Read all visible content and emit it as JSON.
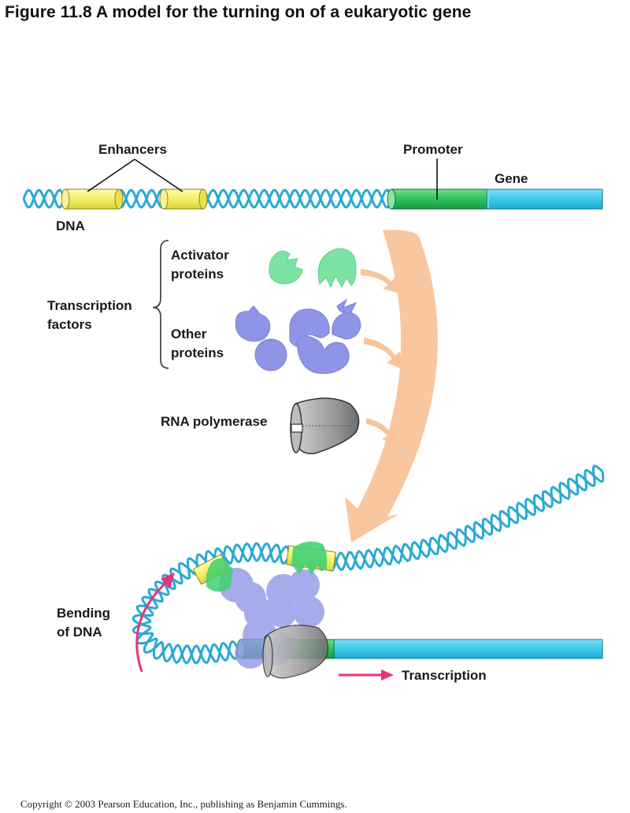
{
  "figure": {
    "title": "Figure 11.8  A model for the turning on of a eukaryotic gene",
    "copyright": "Copyright © 2003 Pearson Education, Inc., publishing as Benjamin Cummings."
  },
  "labels": {
    "enhancers": "Enhancers",
    "promoter": "Promoter",
    "gene": "Gene",
    "dna": "DNA",
    "activator_line1": "Activator",
    "activator_line2": "proteins",
    "transcription_factors_line1": "Transcription",
    "transcription_factors_line2": "factors",
    "other_line1": "Other",
    "other_line2": "proteins",
    "rna_polymerase": "RNA polymerase",
    "bending_line1": "Bending",
    "bending_line2": "of DNA",
    "transcription": "Transcription"
  },
  "colors": {
    "dna_strand": "#2aa9d4",
    "enhancer": "#f4f066",
    "promoter": "#2fc15a",
    "gene": "#3cc8ea",
    "activator": "#7ce3a4",
    "other_protein": "#8e94e6",
    "rna_polymerase": "#9a9a9a",
    "process_arrow": "#f8c49a",
    "bending_arrow": "#e8337f"
  }
}
